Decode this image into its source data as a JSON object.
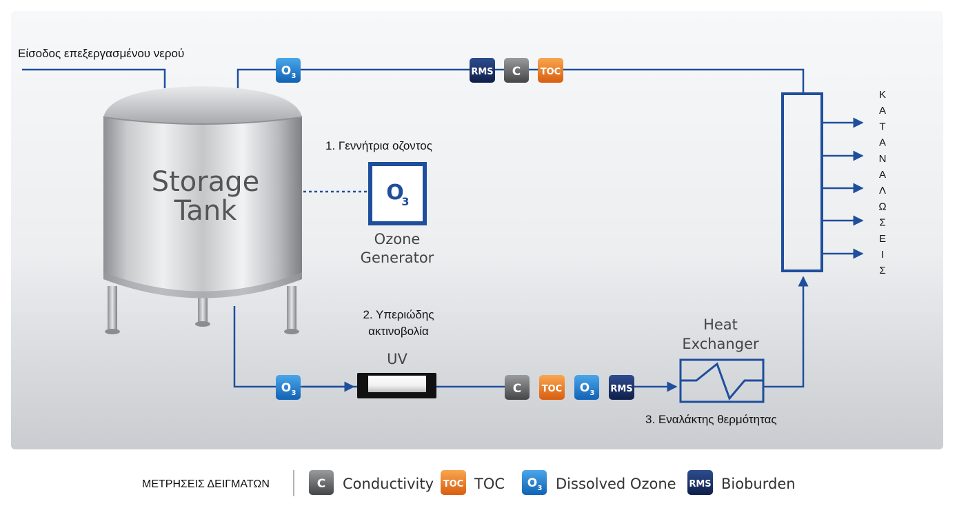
{
  "labels": {
    "inlet": "Είσοδος επεξεργασμένου νερού",
    "ozone_step": "1. Γεννήτρια οζοντος",
    "uv_step_line1": "2. Υπεριώδης",
    "uv_step_line2": "ακτινοβολία",
    "heat_step": "3. Εναλάκτης θερμότητας",
    "consumers": [
      "Κ",
      "Α",
      "Τ",
      "Α",
      "Ν",
      "Α",
      "Λ",
      "Ω",
      "Σ",
      "Ε",
      "Ι",
      "Σ"
    ]
  },
  "equipment": {
    "tank_line1": "Storage",
    "tank_line2": "Tank",
    "ozone_gen_line1": "Ozone",
    "ozone_gen_line2": "Generator",
    "uv": "UV",
    "heat_line1": "Heat",
    "heat_line2": "Exchanger"
  },
  "badges": {
    "ozone_main": "O",
    "ozone_sub": "3",
    "rms": "RMS",
    "conductivity": "C",
    "toc": "TOC"
  },
  "legend": {
    "title": "ΜΕΤΡΗΣΕΙΣ ΔΕΙΓΜΑΤΩΝ",
    "conductivity": "Conductivity",
    "toc": "TOC",
    "ozone": "Dissolved Ozone",
    "bioburden": "Bioburden"
  },
  "colors": {
    "pipe": "#1f4e9c",
    "ozone_badge": "#1e7fd0",
    "rms_badge": "#1a2f66",
    "conductivity_badge": "#58595b",
    "toc_badge": "#ef7d22"
  }
}
